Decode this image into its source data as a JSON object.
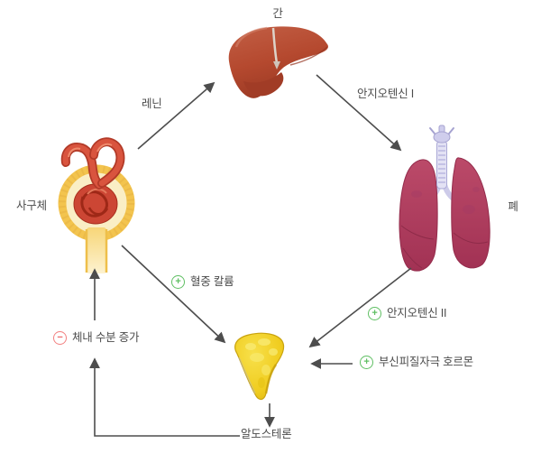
{
  "organ_labels": {
    "liver": "간",
    "lungs": "폐",
    "glomerulus": "사구체"
  },
  "pathway_labels": {
    "renin": "레닌",
    "angiotensin_1": "안지오텐신 I",
    "angiotensin_2": "안지오텐신 II",
    "blood_potassium": "혈중 칼륨",
    "acth": "부신피질자극 호르몬",
    "aldosterone": "알도스테론",
    "body_water_increase": "체내 수분 증가"
  },
  "icons": {
    "plus": "+",
    "minus": "−"
  },
  "colors": {
    "text": "#4c4c4c",
    "arrow": "#4d4d4d",
    "stimulate_green": "#5fbf63",
    "inhibit_red": "#f28080",
    "liver": "#b5492f",
    "lungs": "#b23f60",
    "trachea": "#e3e2f4",
    "glomerulus_capsule": "#f3c44e",
    "glomerulus_vessels": "#cf4434",
    "adrenal": "#f0cc1e"
  }
}
